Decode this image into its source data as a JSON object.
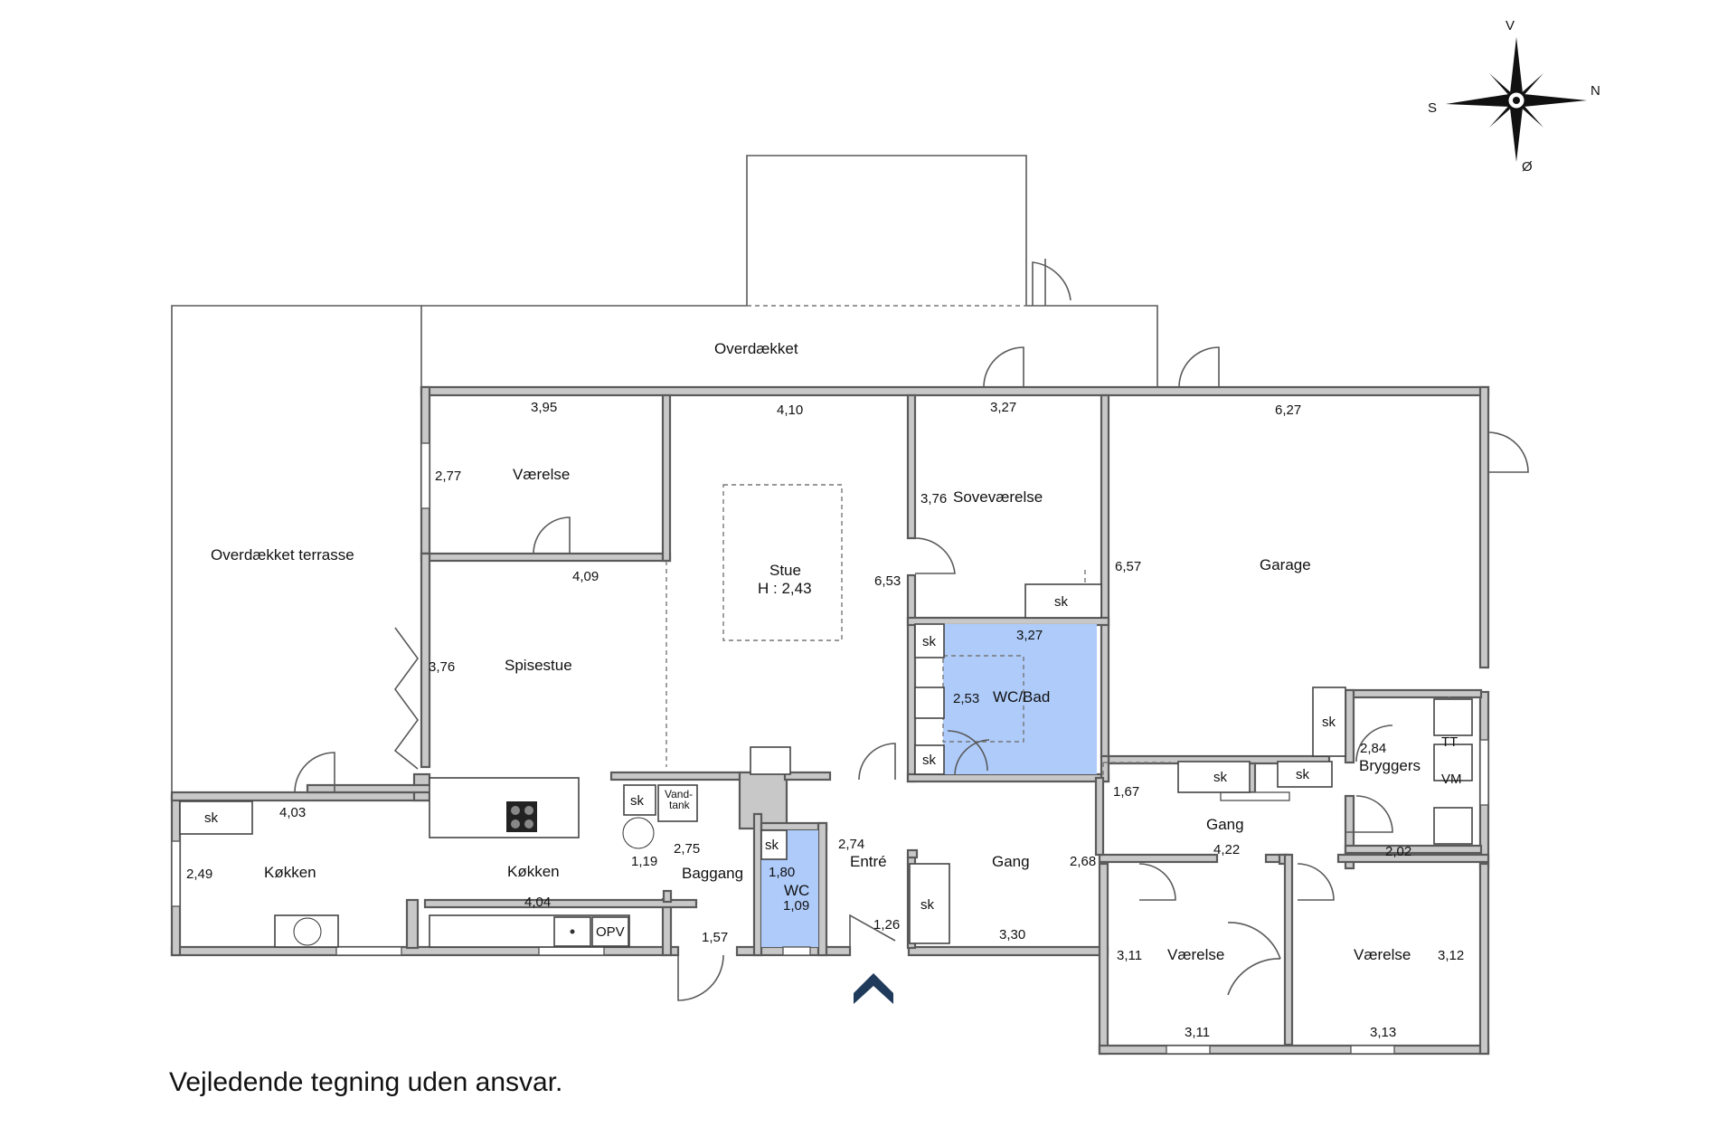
{
  "compass": {
    "top": "V",
    "right": "N",
    "left": "S",
    "bottom": "Ø"
  },
  "colors": {
    "wet_room": "#aecbfa",
    "entrance_arrow": "#1f3a5a"
  },
  "rooms": {
    "overdaekket": "Overdækket",
    "overdaekket_terrasse": "Overdækket terrasse",
    "vaerelse_nw": "Værelse",
    "stue": "Stue",
    "stue_height": "H : 2,43",
    "sovevaerelse": "Soveværelse",
    "garage": "Garage",
    "spisestue": "Spisestue",
    "wc_bad": "WC/Bad",
    "bryggers": "Bryggers",
    "gang_east": "Gang",
    "koekken_west": "Køkken",
    "koekken": "Køkken",
    "baggang": "Baggang",
    "wc": "WC",
    "entre": "Entré",
    "gang": "Gang",
    "vaerelse_se1": "Værelse",
    "vaerelse_se2": "Værelse"
  },
  "dimensions": {
    "v1_w": "3,95",
    "v1_h": "2,77",
    "stue_w": "4,10",
    "stue_h": "6,53",
    "sove_w": "3,27",
    "sove_h": "3,76",
    "garage_w": "6,27",
    "garage_h": "6,57",
    "spise_w": "4,09",
    "spise_h": "3,76",
    "bad_w": "3,27",
    "bad_h": "2,53",
    "bryg_w": "2,02",
    "bryg_h": "2,84",
    "gang_e_w": "4,22",
    "gang_e_h": "1,67",
    "kw_w": "4,03",
    "kw_h": "2,49",
    "k_w": "4,04",
    "bag_w": "1,57",
    "bag_h": "2,75",
    "bag_x": "1,19",
    "wc_w": "1,80",
    "wc_h": "1,09",
    "entre_w": "1,26",
    "entre_h": "2,74",
    "gang_w": "3,30",
    "gang_h": "2,68",
    "vse1_w": "3,11",
    "vse1_h": "3,11",
    "vse2_w": "3,13",
    "vse2_h": "3,12"
  },
  "fixtures": {
    "sk": "sk",
    "vandtank_1": "Vand-",
    "vandtank_2": "tank",
    "opv": "OPV",
    "tt": "TT",
    "vm": "VM"
  },
  "disclaimer": "Vejledende tegning uden ansvar."
}
